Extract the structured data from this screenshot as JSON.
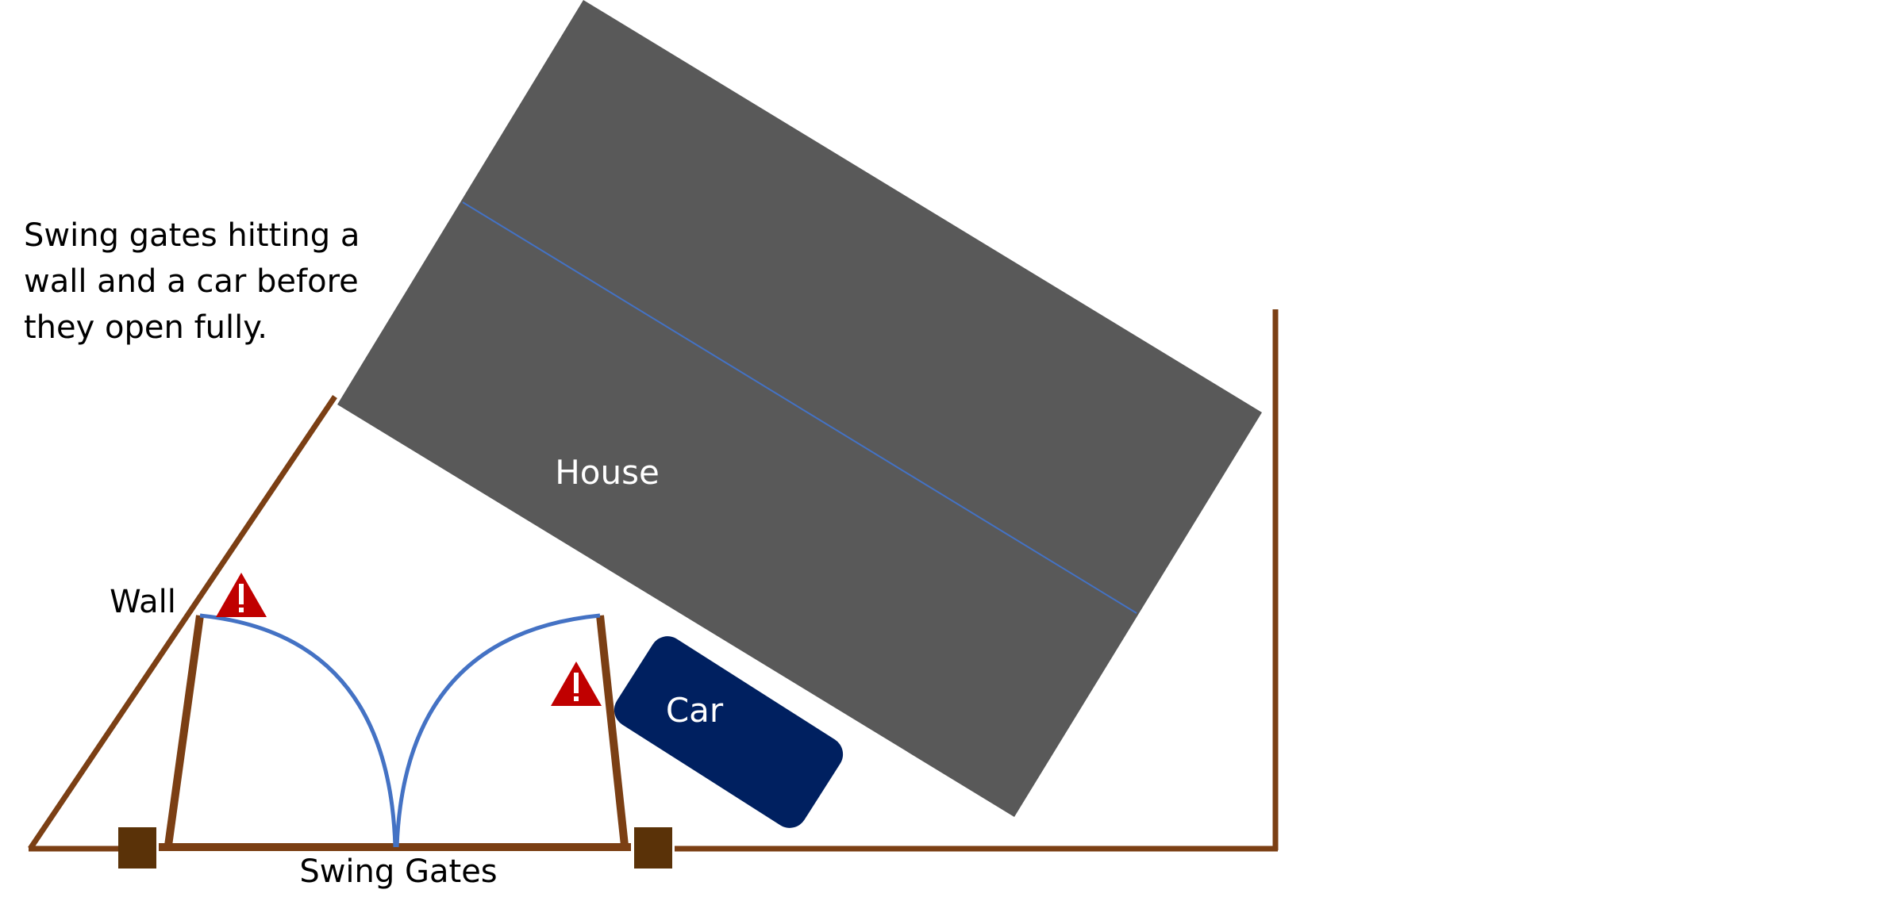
{
  "caption": {
    "lines": [
      "Swing gates hitting a",
      "wall and a car before",
      "they open fully."
    ]
  },
  "labels": {
    "house": "House",
    "car": "Car",
    "wall": "Wall",
    "swing_gates": "Swing Gates"
  },
  "colors": {
    "house": "#595959",
    "house_ridge": "#4472c4",
    "car": "#002060",
    "fence": "#7b3f14",
    "post": "#5a3208",
    "swing_arc": "#4472c4",
    "warning": "#c00000",
    "warning_mark": "#ffffff",
    "label_on_dark": "#ffffff",
    "label_on_light": "#000000"
  },
  "icons": {
    "warning_left": "warning-triangle-icon",
    "warning_right": "warning-triangle-icon"
  }
}
